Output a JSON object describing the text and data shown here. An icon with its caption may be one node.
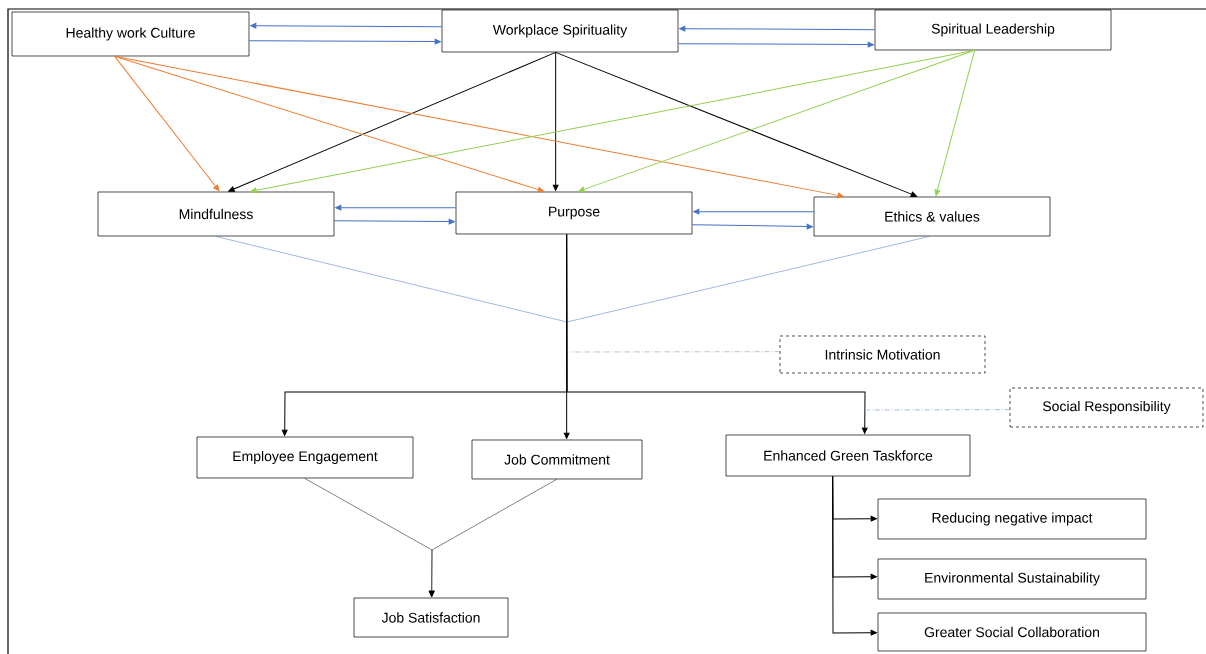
{
  "diagram": {
    "nodes": [
      {
        "text": [
          "Healthy work Culture"
        ]
      },
      {
        "text": [
          "Workplace Spirituality"
        ]
      },
      {
        "text": [
          "Spiritual Leadership"
        ]
      },
      {
        "text": [
          "Mindfulness"
        ]
      },
      {
        "text": [
          "Purpose"
        ]
      },
      {
        "text": [
          "Ethics & values"
        ]
      },
      {
        "text": [
          "Intrinsic Motivation"
        ]
      },
      {
        "text": [
          "Social Responsibility"
        ]
      },
      {
        "text": [
          "Employee Engagement"
        ]
      },
      {
        "text": [
          "Job Commitment"
        ]
      },
      {
        "text": [
          "Enhanced Green Taskforce"
        ]
      },
      {
        "text": [
          "Job Satisfaction"
        ]
      },
      {
        "text": [
          "Reducing negative impact"
        ]
      },
      {
        "text": [
          "Environmental Sustainability"
        ]
      },
      {
        "text": [
          "Greater Social Collaboration"
        ]
      }
    ],
    "edges": [
      {
        "from": 1,
        "to": 0,
        "arrow": "to",
        "color": "#4472c4"
      },
      {
        "from": 0,
        "to": 1,
        "arrow": "to",
        "color": "#4472c4"
      },
      {
        "from": 2,
        "to": 1,
        "arrow": "to",
        "color": "#4472c4"
      },
      {
        "from": 1,
        "to": 2,
        "arrow": "to",
        "color": "#4472c4"
      },
      {
        "from": 1,
        "to": 3,
        "arrow": "to",
        "color": "#000000"
      },
      {
        "from": 1,
        "to": 4,
        "arrow": "to",
        "color": "#000000"
      },
      {
        "from": 1,
        "to": 5,
        "arrow": "to",
        "color": "#000000"
      },
      {
        "from": 0,
        "to": 3,
        "arrow": "to",
        "color": "#ed7d31"
      },
      {
        "from": 0,
        "to": 4,
        "arrow": "to",
        "color": "#ed7d31"
      },
      {
        "from": 0,
        "to": 5,
        "arrow": "to",
        "color": "#ed7d31"
      },
      {
        "from": 2,
        "to": 3,
        "arrow": "to",
        "color": "#92d050"
      },
      {
        "from": 2,
        "to": 4,
        "arrow": "to",
        "color": "#92d050"
      },
      {
        "from": 2,
        "to": 5,
        "arrow": "to",
        "color": "#92d050"
      },
      {
        "from": 4,
        "to": 3,
        "arrow": "to",
        "color": "#4472c4"
      },
      {
        "from": 3,
        "to": 4,
        "arrow": "to",
        "color": "#4472c4"
      },
      {
        "from": 5,
        "to": 4,
        "arrow": "to",
        "color": "#4472c4"
      },
      {
        "from": 4,
        "to": 5,
        "arrow": "to",
        "color": "#4472c4"
      },
      {
        "from": 3,
        "to": null,
        "arrow": "none",
        "color": "#4472c4"
      },
      {
        "from": 5,
        "to": null,
        "arrow": "none",
        "color": "#4472c4"
      },
      {
        "from": 4,
        "to": 8,
        "arrow": "to",
        "color": "#000000"
      },
      {
        "from": 4,
        "to": 9,
        "arrow": "to",
        "color": "#000000"
      },
      {
        "from": 4,
        "to": 10,
        "arrow": "to",
        "color": "#000000"
      },
      {
        "from": 6,
        "to": null,
        "arrow": "none",
        "style": "dashed",
        "color": "#7f7f7f"
      },
      {
        "from": 7,
        "to": null,
        "arrow": "none",
        "style": "dashed",
        "color": "#4472c4"
      },
      {
        "from": 8,
        "to": 11,
        "arrow": "to",
        "color": "#000000"
      },
      {
        "from": 9,
        "to": 11,
        "arrow": "to",
        "color": "#000000"
      },
      {
        "from": 10,
        "to": 12,
        "arrow": "to",
        "color": "#000000"
      },
      {
        "from": 10,
        "to": 13,
        "arrow": "to",
        "color": "#000000"
      },
      {
        "from": 10,
        "to": 14,
        "arrow": "to",
        "color": "#000000"
      }
    ]
  }
}
